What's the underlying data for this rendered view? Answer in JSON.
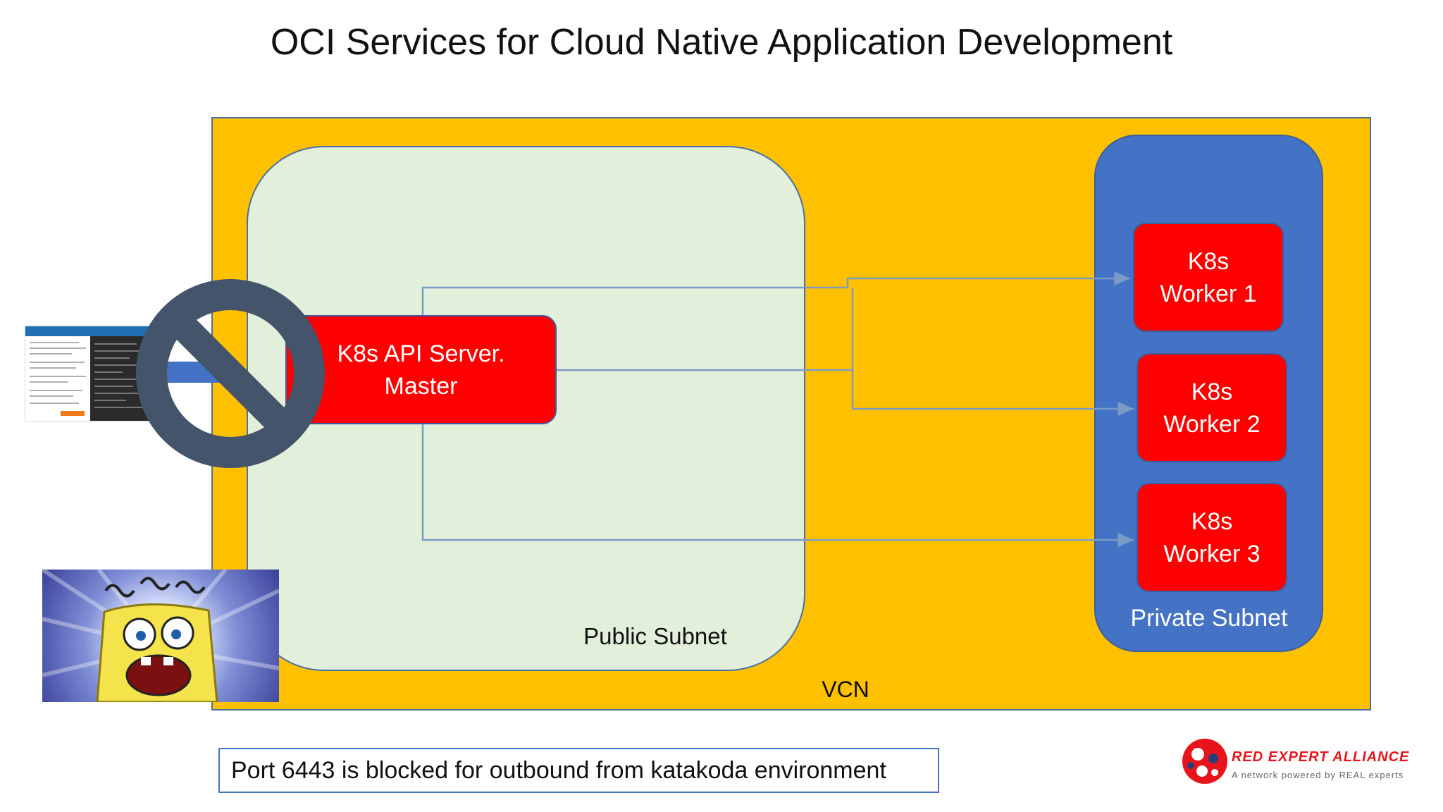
{
  "title": "OCI Services for Cloud Native Application Development",
  "vcn": {
    "label": "VCN",
    "color": "#ffc000"
  },
  "public_subnet": {
    "label": "Public Subnet",
    "color": "#e2efda"
  },
  "private_subnet": {
    "label": "Private Subnet",
    "color": "#4472c4"
  },
  "api_server": {
    "line1": "K8s API Server.",
    "line2": "Master"
  },
  "workers": [
    {
      "line1": "K8s",
      "line2": "Worker 1"
    },
    {
      "line1": "K8s",
      "line2": "Worker 2"
    },
    {
      "line1": "K8s",
      "line2": "Worker 3"
    }
  ],
  "node_color": "#ff0000",
  "note": "Port 6443 is blocked for outbound from katakoda environment",
  "logo": {
    "name": "RED EXPERT ALLIANCE",
    "tagline": "A network powered by REAL experts"
  },
  "icons": {
    "blocked": "prohibited-icon",
    "screenshot": "katakoda-screenshot-thumbnail",
    "meme": "panicked-sponge-meme"
  }
}
